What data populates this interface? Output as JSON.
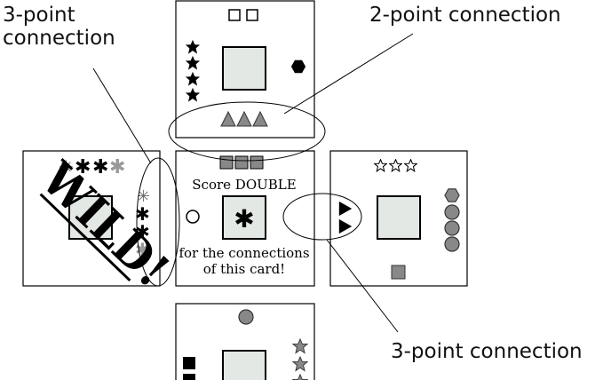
{
  "annotations": {
    "three_point_top": [
      "3-point",
      "connection"
    ],
    "two_point": "2-point connection",
    "three_point_bottom": "3-point connection"
  },
  "center_card": {
    "line1": "Score DOUBLE",
    "line2": "for the connections",
    "line3": "of this card!"
  },
  "left_card": {
    "wild_text": "WILD!"
  }
}
